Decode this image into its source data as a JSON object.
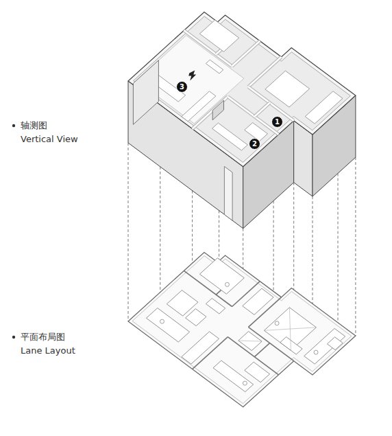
{
  "diagram": {
    "nodes": [
      {
        "text": [
          "3"
        ]
      },
      {
        "text": [
          "1"
        ]
      },
      {
        "text": [
          "2"
        ]
      }
    ],
    "labels": [
      "轴测图",
      "Vertical View",
      "平面布局图",
      "Lane Layout"
    ]
  }
}
